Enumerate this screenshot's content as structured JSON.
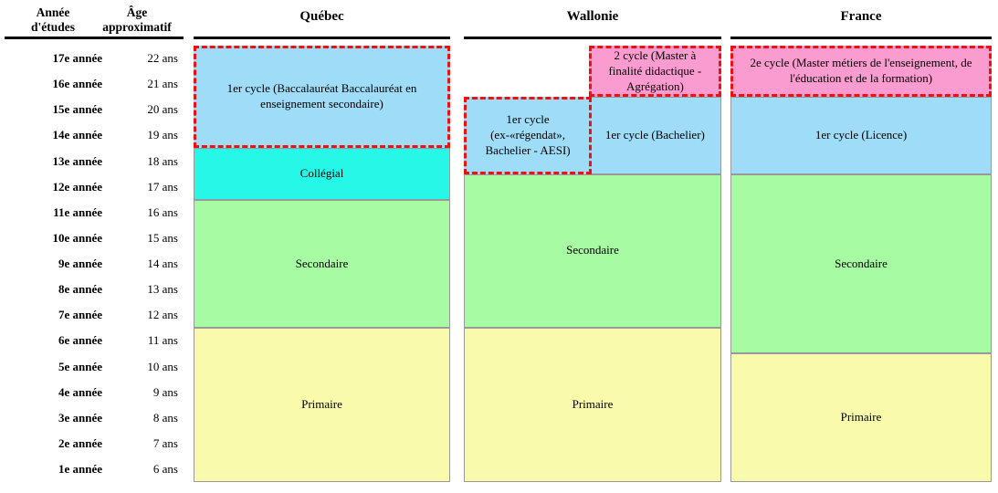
{
  "left_table": {
    "headers": {
      "col1": "Année\nd'études",
      "col2": "Âge\napproximatif"
    },
    "rows": [
      {
        "year": "17e année",
        "age": "22 ans"
      },
      {
        "year": "16e année",
        "age": "21 ans"
      },
      {
        "year": "15e année",
        "age": "20 ans"
      },
      {
        "year": "14e année",
        "age": "19 ans"
      },
      {
        "year": "13e année",
        "age": "18 ans"
      },
      {
        "year": "12e année",
        "age": "17 ans"
      },
      {
        "year": "11e année",
        "age": "16 ans"
      },
      {
        "year": "10e année",
        "age": "15 ans"
      },
      {
        "year": "9e année",
        "age": "14 ans"
      },
      {
        "year": "8e année",
        "age": "13 ans"
      },
      {
        "year": "7e année",
        "age": "12 ans"
      },
      {
        "year": "6e année",
        "age": "11 ans"
      },
      {
        "year": "5e année",
        "age": "10 ans"
      },
      {
        "year": "4e année",
        "age": "9 ans"
      },
      {
        "year": "3e année",
        "age": "8 ans"
      },
      {
        "year": "2e année",
        "age": "7 ans"
      },
      {
        "year": "1e année",
        "age": "6 ans"
      }
    ]
  },
  "palette": {
    "blue": "#9edcf8",
    "cyan": "#26f8e8",
    "green": "#a7fba2",
    "yellow": "#fafaad",
    "pink": "#fb9cd1",
    "dash_red": "#ee1111",
    "box_border": "#999999",
    "rule_black": "#000000"
  },
  "columns": [
    {
      "name": "Québec",
      "segments": [
        {
          "label": "1er cycle (Baccalauréat Baccalauréat en enseignement secondaire)",
          "color": "blue",
          "dashed": true,
          "row_start": 0,
          "row_end": 4,
          "side": "full"
        },
        {
          "label": "Collégial",
          "color": "cyan",
          "dashed": false,
          "row_start": 4,
          "row_end": 6,
          "side": "full"
        },
        {
          "label": "Secondaire",
          "color": "green",
          "dashed": false,
          "row_start": 6,
          "row_end": 11,
          "side": "full"
        },
        {
          "label": "Primaire",
          "color": "yellow",
          "dashed": false,
          "row_start": 11,
          "row_end": 17,
          "side": "full"
        }
      ]
    },
    {
      "name": "Wallonie",
      "segments": [
        {
          "label": "2 cycle (Master à finalité didactique - Agrégation)",
          "color": "pink",
          "dashed": true,
          "row_start": 0,
          "row_end": 2,
          "side": "right"
        },
        {
          "label": "1er cycle (ex-«régendat», Bachelier - AESI)",
          "color": "blue",
          "dashed": true,
          "row_start": 2,
          "row_end": 5,
          "side": "left"
        },
        {
          "label": "1er cycle (Bachelier)",
          "color": "blue",
          "dashed": false,
          "row_start": 2,
          "row_end": 5,
          "side": "right"
        },
        {
          "label": "Secondaire",
          "color": "green",
          "dashed": false,
          "row_start": 5,
          "row_end": 11,
          "side": "full"
        },
        {
          "label": "Primaire",
          "color": "yellow",
          "dashed": false,
          "row_start": 11,
          "row_end": 17,
          "side": "full"
        }
      ]
    },
    {
      "name": "France",
      "segments": [
        {
          "label": "2e cycle (Master métiers de l'enseignement, de l'éducation et de la formation)",
          "color": "pink",
          "dashed": true,
          "row_start": 0,
          "row_end": 2,
          "side": "full"
        },
        {
          "label": "1er cycle (Licence)",
          "color": "blue",
          "dashed": false,
          "row_start": 2,
          "row_end": 5,
          "side": "full"
        },
        {
          "label": "Secondaire",
          "color": "green",
          "dashed": false,
          "row_start": 5,
          "row_end": 12,
          "side": "full"
        },
        {
          "label": "Primaire",
          "color": "yellow",
          "dashed": false,
          "row_start": 12,
          "row_end": 17,
          "side": "full"
        }
      ]
    }
  ]
}
